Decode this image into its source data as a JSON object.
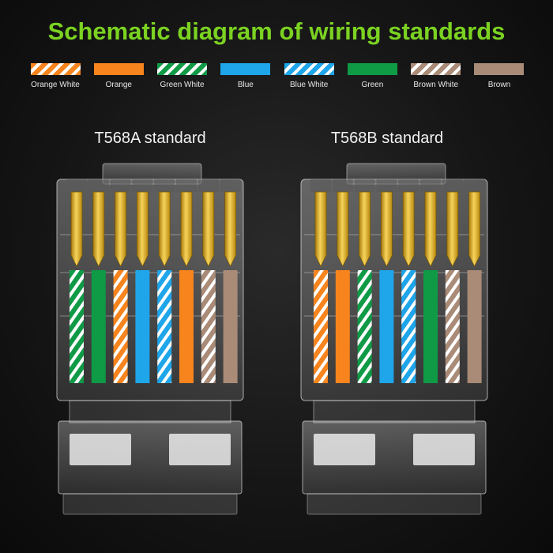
{
  "title": "Schematic diagram of wiring standards",
  "legend": [
    {
      "label": "Orange White",
      "color": "#f7841d",
      "striped": true
    },
    {
      "label": "Orange",
      "color": "#f7841d",
      "striped": false
    },
    {
      "label": "Green White",
      "color": "#0f9a46",
      "striped": true
    },
    {
      "label": "Blue",
      "color": "#1ea5ea",
      "striped": false
    },
    {
      "label": "Blue White",
      "color": "#1ea5ea",
      "striped": true
    },
    {
      "label": "Green",
      "color": "#0f9a46",
      "striped": false
    },
    {
      "label": "Brown White",
      "color": "#a98b77",
      "striped": true
    },
    {
      "label": "Brown",
      "color": "#a98b77",
      "striped": false
    }
  ],
  "standards": [
    {
      "name": "T568A standard",
      "wires": [
        "Green White",
        "Green",
        "Orange White",
        "Blue",
        "Blue White",
        "Orange",
        "Brown White",
        "Brown"
      ]
    },
    {
      "name": "T568B standard",
      "wires": [
        "Orange White",
        "Orange",
        "Green White",
        "Blue",
        "Blue White",
        "Green",
        "Brown White",
        "Brown"
      ]
    }
  ]
}
